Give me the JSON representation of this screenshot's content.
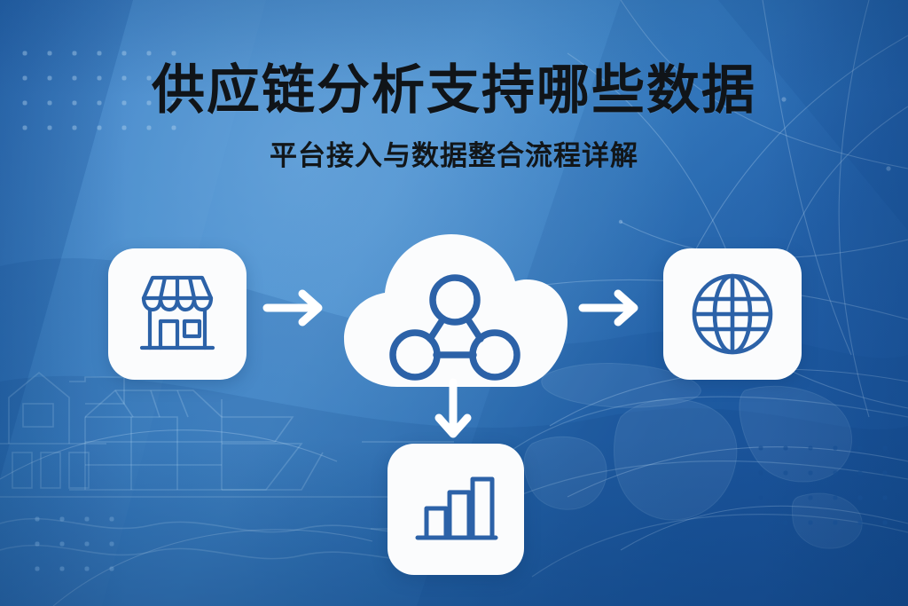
{
  "poster": {
    "title": "供应链分析支持哪些数据",
    "subtitle": "平台接入与数据整合流程详解",
    "colors": {
      "background_light_blue": "#4b92d2",
      "background_mid_blue": "#3d85c9",
      "background_dark_blue": "#1f5aa4",
      "title_text": "#101418",
      "card_background": "#fbfcfd",
      "icon_stroke": "#2c62a8",
      "arrow_fill": "#ffffff"
    },
    "background": {
      "pattern_names": [
        "dot-grid-top-left",
        "dot-grid-bottom-right",
        "dot-grid-bottom-left",
        "world-map-outline",
        "network-route-lines",
        "cargo-ship-outline",
        "wave-lines"
      ]
    }
  },
  "flow": {
    "nodes": [
      {
        "id": "store",
        "icon": "storefront-icon",
        "shape": "rounded-card"
      },
      {
        "id": "cloud",
        "icon": "cloud-network-icon",
        "shape": "cloud"
      },
      {
        "id": "globe",
        "icon": "globe-icon",
        "shape": "rounded-card"
      },
      {
        "id": "chart",
        "icon": "bar-chart-icon",
        "shape": "rounded-card"
      }
    ],
    "arrows": [
      {
        "id": "store-to-cloud",
        "icon": "arrow-right-icon",
        "direction": "right"
      },
      {
        "id": "cloud-to-globe",
        "icon": "arrow-right-icon",
        "direction": "right"
      },
      {
        "id": "cloud-to-chart",
        "icon": "arrow-down-icon",
        "direction": "down"
      }
    ]
  },
  "chart_data": {
    "type": "bar",
    "title": "",
    "categories": [
      "1",
      "2",
      "3"
    ],
    "values": [
      1,
      1.55,
      2.0
    ],
    "xlabel": "",
    "ylabel": "",
    "ylim": [
      0,
      2.2
    ],
    "grid": false,
    "note": "decorative bar-chart icon: three ascending bars on a baseline"
  }
}
